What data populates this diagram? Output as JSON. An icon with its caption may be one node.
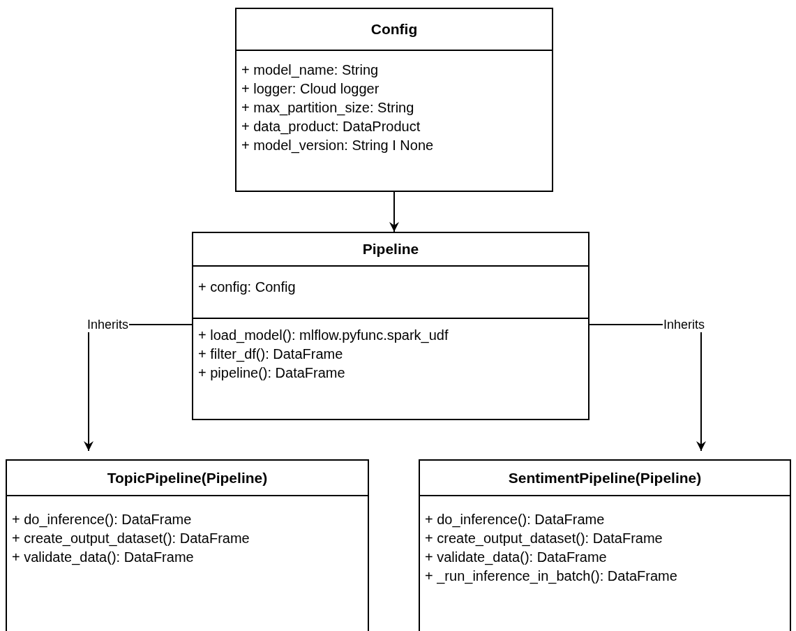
{
  "diagram": {
    "nodes": [
      {
        "text": [
          "Config",
          "+ model_name: String",
          "+ logger: Cloud logger",
          "+ max_partition_size: String",
          "+ data_product: DataProduct",
          "+ model_version: String I None"
        ]
      },
      {
        "text": [
          "Pipeline",
          "+ config: Config",
          "+ load_model(): mlflow.pyfunc.spark_udf",
          "+ filter_df(): DataFrame",
          "+ pipeline(): DataFrame"
        ]
      },
      {
        "text": [
          "TopicPipeline(Pipeline)",
          "+ do_inference(): DataFrame",
          "+ create_output_dataset(): DataFrame",
          "+ validate_data(): DataFrame"
        ]
      },
      {
        "text": [
          "SentimentPipeline(Pipeline)",
          "+ do_inference(): DataFrame",
          "+ create_output_dataset(): DataFrame",
          "+ validate_data(): DataFrame",
          "+ _run_inference_in_batch(): DataFrame"
        ]
      }
    ],
    "edges": [
      {
        "from": 0,
        "to": 1,
        "arrow": "to"
      },
      {
        "from": 1,
        "to": 2,
        "arrow": "to",
        "label": "Inherits"
      },
      {
        "from": 1,
        "to": 3,
        "arrow": "to",
        "label": "Inherits"
      }
    ]
  }
}
